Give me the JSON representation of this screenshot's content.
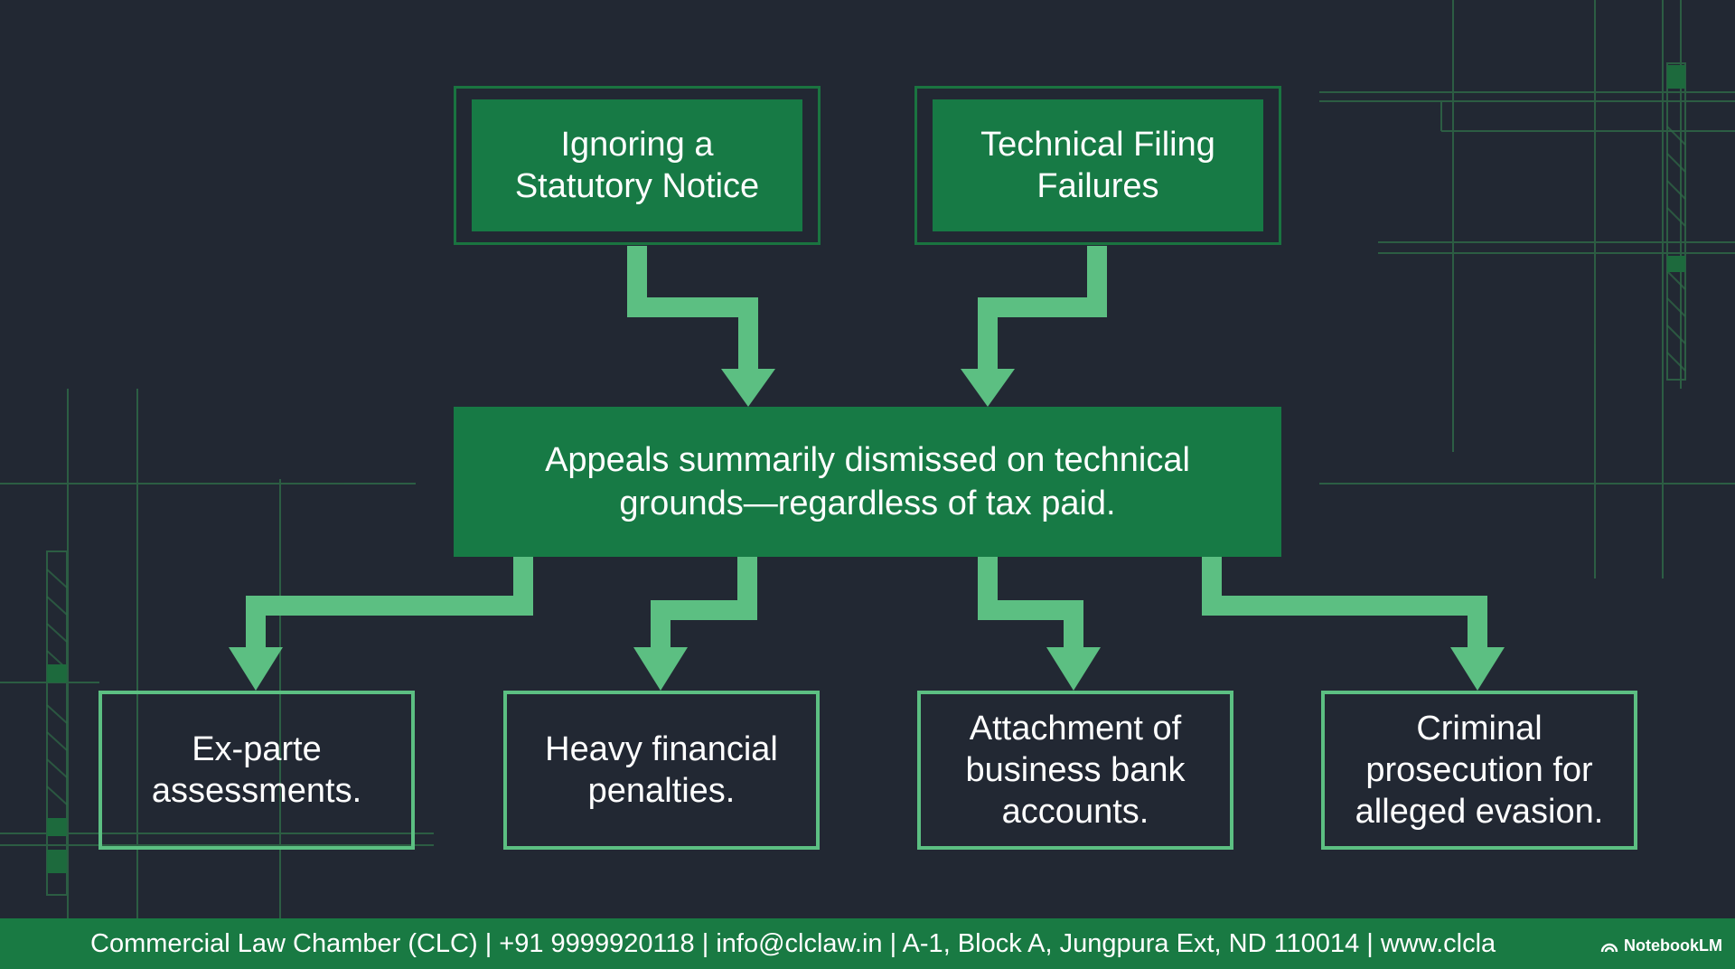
{
  "sources": [
    {
      "label": "Ignoring a\nStatutory Notice"
    },
    {
      "label": "Technical Filing\nFailures"
    }
  ],
  "center": {
    "label": "Appeals summarily dismissed on technical\ngrounds—regardless of tax paid."
  },
  "outcomes": [
    {
      "label": "Ex-parte\nassessments."
    },
    {
      "label": "Heavy financial\npenalties."
    },
    {
      "label": "Attachment of\nbusiness bank\naccounts."
    },
    {
      "label": "Criminal\nprosecution for\nalleged evasion."
    }
  ],
  "footer": {
    "text": "Commercial Law Chamber (CLC) | +91 9999920118 | info@clclaw.in | A-1, Block A, Jungpura Ext, ND 110014 | www.clcla"
  },
  "badge": {
    "text": "NotebookLM",
    "icon": "notebooklm-icon"
  },
  "colors": {
    "background": "#222833",
    "box_fill": "#177a45",
    "arrow": "#5cbf82",
    "outcome_border": "#5cbf82",
    "footer": "#197a43"
  }
}
